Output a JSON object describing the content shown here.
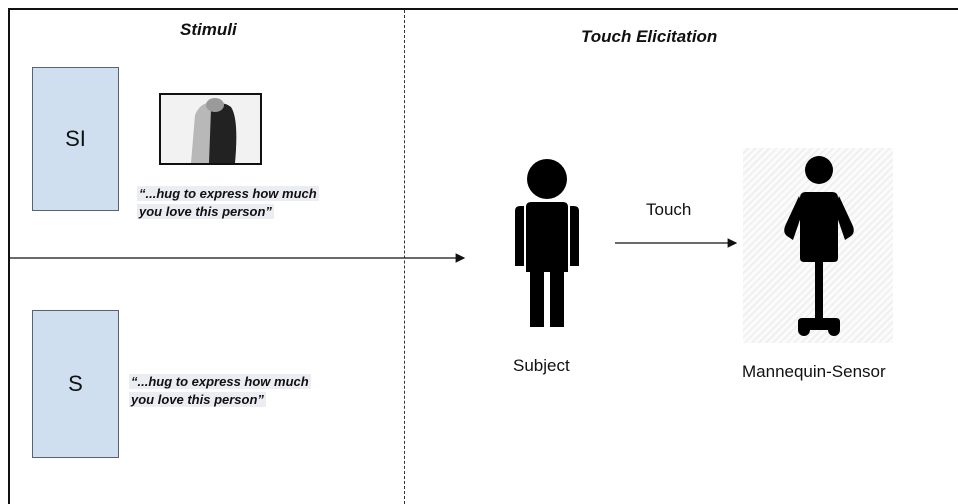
{
  "stimuli": {
    "title": "Stimuli",
    "conditions": [
      {
        "label": "SI",
        "quote_line1": "“...hug to express how much",
        "quote_line2": "you love this person”"
      },
      {
        "label": "S",
        "quote_line1": "“...hug to express how much",
        "quote_line2": "you love this person”"
      }
    ]
  },
  "touch_elicitation": {
    "title": "Touch Elicitation",
    "arrow_label": "Touch",
    "subject_label": "Subject",
    "mannequin_label": "Mannequin-Sensor"
  },
  "icons": [
    "person-icon",
    "mannequin-icon",
    "hug-photo"
  ]
}
